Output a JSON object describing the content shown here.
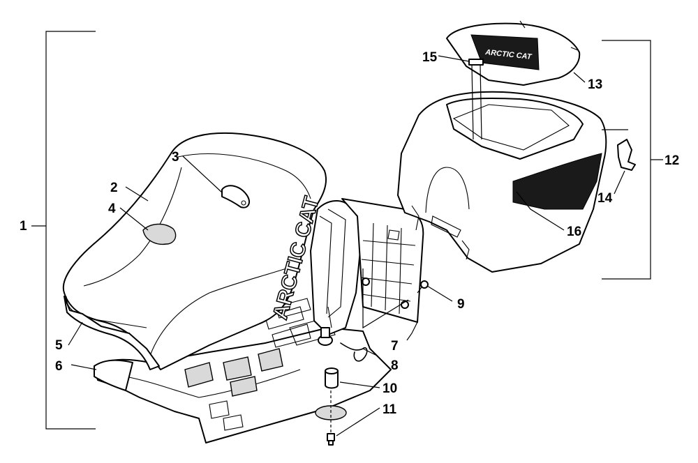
{
  "diagram": {
    "callouts": [
      "1",
      "2",
      "3",
      "4",
      "5",
      "6",
      "7",
      "8",
      "9",
      "10",
      "11",
      "12",
      "13",
      "14",
      "15",
      "16"
    ],
    "seat_logo_text": "ARCTIC CAT",
    "lid_decal_text": "ARCTIC CAT"
  },
  "colors": {
    "line": "#000000",
    "fill": "#ffffff",
    "shade": "#d9d9d9",
    "decal": "#1a1a1a"
  }
}
